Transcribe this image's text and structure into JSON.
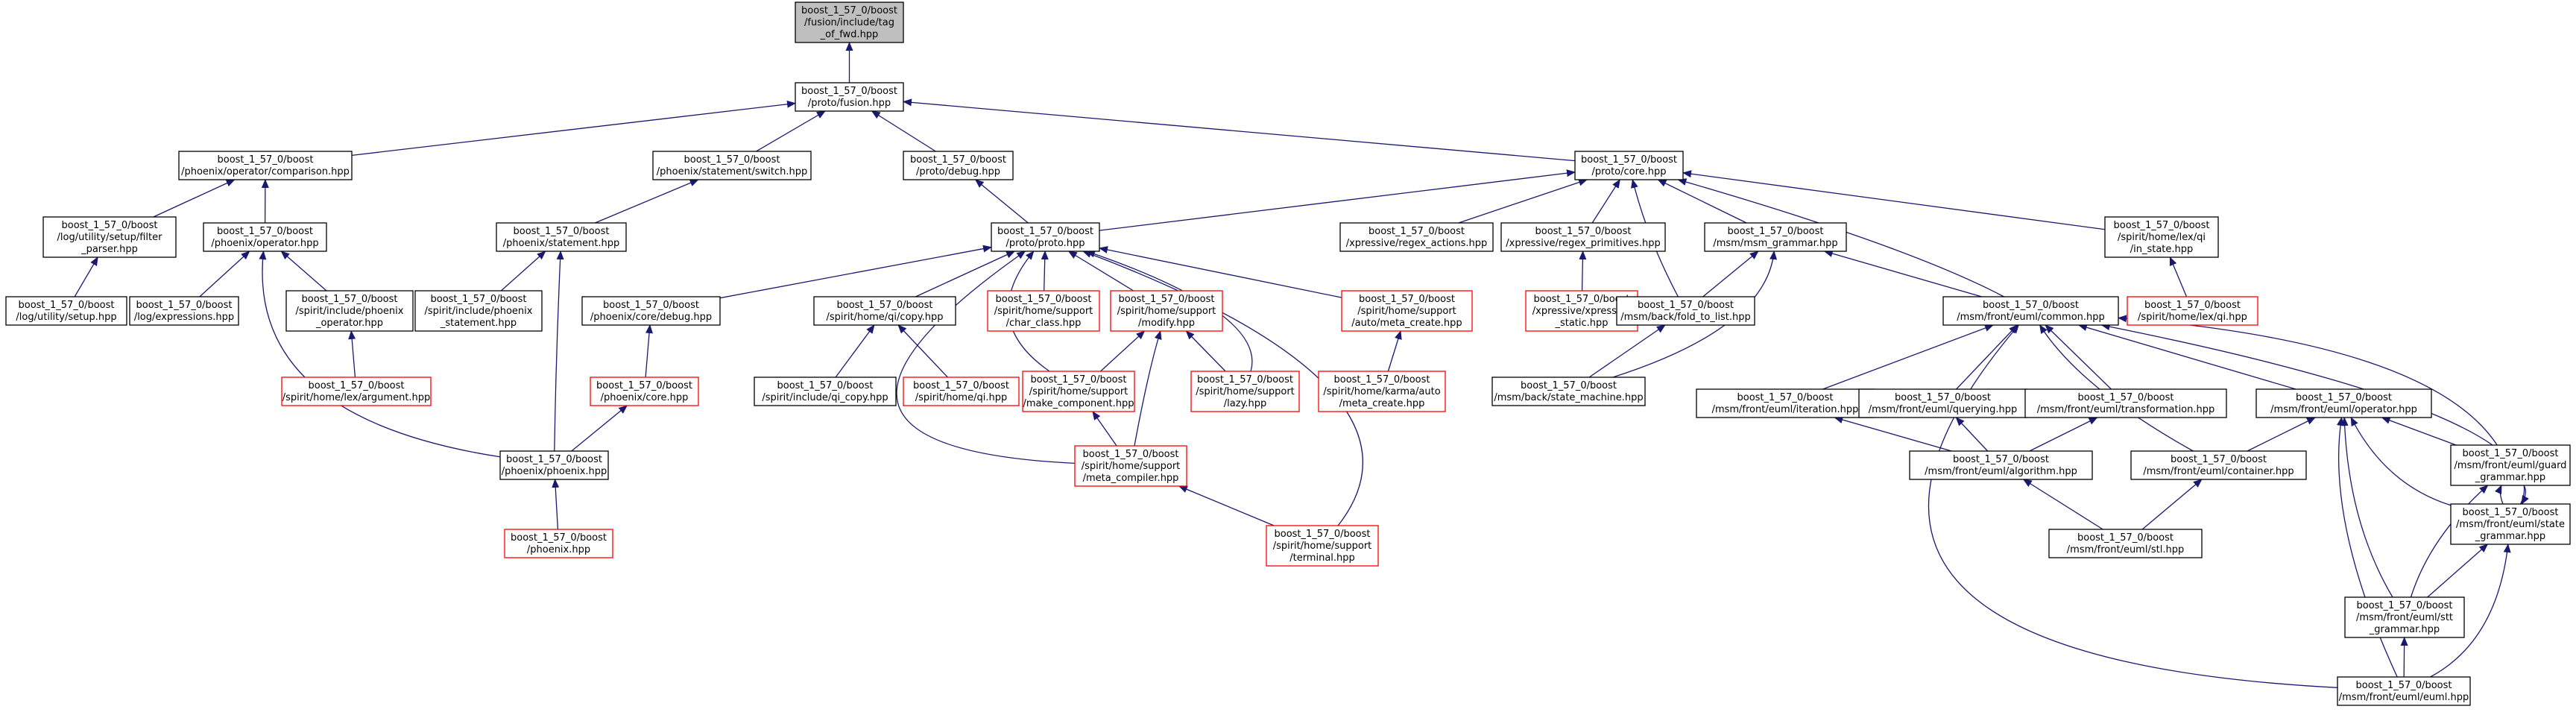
{
  "colors": {
    "edge": "#191970",
    "node_border": "#000000",
    "node_border_red": "#ff0000",
    "node_fill": "#ffffff",
    "root_fill": "#bfbfbf",
    "text": "#000000"
  },
  "nodes": [
    {
      "id": "n_fusion_fwd",
      "lines": [
        "boost_1_57_0/boost",
        "/fusion/include/tag",
        "_of_fwd.hpp"
      ],
      "style": "root"
    },
    {
      "id": "n_proto_fusion",
      "lines": [
        "boost_1_57_0/boost",
        "/proto/fusion.hpp"
      ],
      "style": "normal"
    },
    {
      "id": "n_phx_comparison",
      "lines": [
        "boost_1_57_0/boost",
        "/phoenix/operator/comparison.hpp"
      ],
      "style": "normal"
    },
    {
      "id": "n_phx_switch",
      "lines": [
        "boost_1_57_0/boost",
        "/phoenix/statement/switch.hpp"
      ],
      "style": "normal"
    },
    {
      "id": "n_proto_debug",
      "lines": [
        "boost_1_57_0/boost",
        "/proto/debug.hpp"
      ],
      "style": "normal"
    },
    {
      "id": "n_proto_core",
      "lines": [
        "boost_1_57_0/boost",
        "/proto/core.hpp"
      ],
      "style": "normal"
    },
    {
      "id": "n_log_filter_parser",
      "lines": [
        "boost_1_57_0/boost",
        "/log/utility/setup/filter",
        "_parser.hpp"
      ],
      "style": "normal"
    },
    {
      "id": "n_phx_operator",
      "lines": [
        "boost_1_57_0/boost",
        "/phoenix/operator.hpp"
      ],
      "style": "normal"
    },
    {
      "id": "n_phx_statement",
      "lines": [
        "boost_1_57_0/boost",
        "/phoenix/statement.hpp"
      ],
      "style": "normal"
    },
    {
      "id": "n_proto_proto",
      "lines": [
        "boost_1_57_0/boost",
        "/proto/proto.hpp"
      ],
      "style": "normal"
    },
    {
      "id": "n_xpr_regex_actions",
      "lines": [
        "boost_1_57_0/boost",
        "/xpressive/regex_actions.hpp"
      ],
      "style": "normal"
    },
    {
      "id": "n_xpr_regex_primitives",
      "lines": [
        "boost_1_57_0/boost",
        "/xpressive/regex_primitives.hpp"
      ],
      "style": "normal"
    },
    {
      "id": "n_msm_grammar",
      "lines": [
        "boost_1_57_0/boost",
        "/msm/msm_grammar.hpp"
      ],
      "style": "normal"
    },
    {
      "id": "n_lex_qi_in_state",
      "lines": [
        "boost_1_57_0/boost",
        "/spirit/home/lex/qi",
        "/in_state.hpp"
      ],
      "style": "normal"
    },
    {
      "id": "n_log_setup",
      "lines": [
        "boost_1_57_0/boost",
        "/log/utility/setup.hpp"
      ],
      "style": "normal"
    },
    {
      "id": "n_log_expressions",
      "lines": [
        "boost_1_57_0/boost",
        "/log/expressions.hpp"
      ],
      "style": "normal"
    },
    {
      "id": "n_spirit_phx_operator",
      "lines": [
        "boost_1_57_0/boost",
        "/spirit/include/phoenix",
        "_operator.hpp"
      ],
      "style": "normal"
    },
    {
      "id": "n_spirit_phx_statement",
      "lines": [
        "boost_1_57_0/boost",
        "/spirit/include/phoenix",
        "_statement.hpp"
      ],
      "style": "normal"
    },
    {
      "id": "n_phx_core_debug",
      "lines": [
        "boost_1_57_0/boost",
        "/phoenix/core/debug.hpp"
      ],
      "style": "normal"
    },
    {
      "id": "n_qi_copy",
      "lines": [
        "boost_1_57_0/boost",
        "/spirit/home/qi/copy.hpp"
      ],
      "style": "normal"
    },
    {
      "id": "n_char_class",
      "lines": [
        "boost_1_57_0/boost",
        "/spirit/home/support",
        "/char_class.hpp"
      ],
      "style": "red"
    },
    {
      "id": "n_modify",
      "lines": [
        "boost_1_57_0/boost",
        "/spirit/home/support",
        "/modify.hpp"
      ],
      "style": "red"
    },
    {
      "id": "n_auto_meta_create",
      "lines": [
        "boost_1_57_0/boost",
        "/spirit/home/support",
        "/auto/meta_create.hpp"
      ],
      "style": "red"
    },
    {
      "id": "n_xpr_static",
      "lines": [
        "boost_1_57_0/boost",
        "/xpressive/xpressive",
        "_static.hpp"
      ],
      "style": "red"
    },
    {
      "id": "n_fold_to_list",
      "lines": [
        "boost_1_57_0/boost",
        "/msm/back/fold_to_list.hpp"
      ],
      "style": "normal"
    },
    {
      "id": "n_euml_common",
      "lines": [
        "boost_1_57_0/boost",
        "/msm/front/euml/common.hpp"
      ],
      "style": "normal"
    },
    {
      "id": "n_lex_qi",
      "lines": [
        "boost_1_57_0/boost",
        "/spirit/home/lex/qi.hpp"
      ],
      "style": "red"
    },
    {
      "id": "n_lex_argument",
      "lines": [
        "boost_1_57_0/boost",
        "/spirit/home/lex/argument.hpp"
      ],
      "style": "red"
    },
    {
      "id": "n_phx_core",
      "lines": [
        "boost_1_57_0/boost",
        "/phoenix/core.hpp"
      ],
      "style": "red"
    },
    {
      "id": "n_qi_copy_inc",
      "lines": [
        "boost_1_57_0/boost",
        "/spirit/include/qi_copy.hpp"
      ],
      "style": "normal"
    },
    {
      "id": "n_qi",
      "lines": [
        "boost_1_57_0/boost",
        "/spirit/home/qi.hpp"
      ],
      "style": "red"
    },
    {
      "id": "n_make_component",
      "lines": [
        "boost_1_57_0/boost",
        "/spirit/home/support",
        "/make_component.hpp"
      ],
      "style": "red"
    },
    {
      "id": "n_lazy",
      "lines": [
        "boost_1_57_0/boost",
        "/spirit/home/support",
        "/lazy.hpp"
      ],
      "style": "red"
    },
    {
      "id": "n_karma_meta_create",
      "lines": [
        "boost_1_57_0/boost",
        "/spirit/home/karma/auto",
        "/meta_create.hpp"
      ],
      "style": "red"
    },
    {
      "id": "n_state_machine",
      "lines": [
        "boost_1_57_0/boost",
        "/msm/back/state_machine.hpp"
      ],
      "style": "normal"
    },
    {
      "id": "n_euml_iteration",
      "lines": [
        "boost_1_57_0/boost",
        "/msm/front/euml/iteration.hpp"
      ],
      "style": "normal"
    },
    {
      "id": "n_euml_querying",
      "lines": [
        "boost_1_57_0/boost",
        "/msm/front/euml/querying.hpp"
      ],
      "style": "normal"
    },
    {
      "id": "n_euml_transformation",
      "lines": [
        "boost_1_57_0/boost",
        "/msm/front/euml/transformation.hpp"
      ],
      "style": "normal"
    },
    {
      "id": "n_euml_operator",
      "lines": [
        "boost_1_57_0/boost",
        "/msm/front/euml/operator.hpp"
      ],
      "style": "normal"
    },
    {
      "id": "n_phx_phoenix",
      "lines": [
        "boost_1_57_0/boost",
        "/phoenix/phoenix.hpp"
      ],
      "style": "normal"
    },
    {
      "id": "n_meta_compiler",
      "lines": [
        "boost_1_57_0/boost",
        "/spirit/home/support",
        "/meta_compiler.hpp"
      ],
      "style": "red"
    },
    {
      "id": "n_euml_algorithm",
      "lines": [
        "boost_1_57_0/boost",
        "/msm/front/euml/algorithm.hpp"
      ],
      "style": "normal"
    },
    {
      "id": "n_euml_container",
      "lines": [
        "boost_1_57_0/boost",
        "/msm/front/euml/container.hpp"
      ],
      "style": "normal"
    },
    {
      "id": "n_euml_guard_grammar",
      "lines": [
        "boost_1_57_0/boost",
        "/msm/front/euml/guard",
        "_grammar.hpp"
      ],
      "style": "normal"
    },
    {
      "id": "n_euml_state_grammar",
      "lines": [
        "boost_1_57_0/boost",
        "/msm/front/euml/state",
        "_grammar.hpp"
      ],
      "style": "normal"
    },
    {
      "id": "n_boost_phoenix",
      "lines": [
        "boost_1_57_0/boost",
        "/phoenix.hpp"
      ],
      "style": "red"
    },
    {
      "id": "n_terminal",
      "lines": [
        "boost_1_57_0/boost",
        "/spirit/home/support",
        "/terminal.hpp"
      ],
      "style": "red"
    },
    {
      "id": "n_euml_stl",
      "lines": [
        "boost_1_57_0/boost",
        "/msm/front/euml/stl.hpp"
      ],
      "style": "normal"
    },
    {
      "id": "n_euml_stt_grammar",
      "lines": [
        "boost_1_57_0/boost",
        "/msm/front/euml/stt",
        "_grammar.hpp"
      ],
      "style": "normal"
    },
    {
      "id": "n_euml_euml",
      "lines": [
        "boost_1_57_0/boost",
        "/msm/front/euml/euml.hpp"
      ],
      "style": "normal"
    }
  ]
}
